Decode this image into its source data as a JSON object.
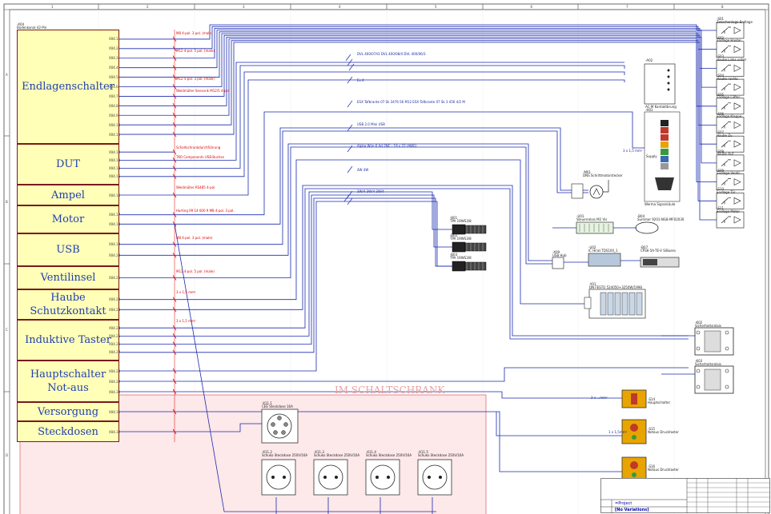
{
  "sheet": {
    "column_labels": [
      "1",
      "2",
      "3",
      "4",
      "5",
      "6",
      "7",
      "8"
    ],
    "row_labels": [
      "A",
      "B",
      "C",
      "D"
    ]
  },
  "connector": {
    "ref": "-X04",
    "part": "Bodenkanal 42-Pin"
  },
  "blocks": [
    {
      "label": "Endlagenschalter",
      "pins": [
        "X04.1",
        "X04.2",
        "X04.3",
        "X04.4",
        "X04.5",
        "X04.6",
        "X04.7",
        "X04.8",
        "X04.9",
        "X04.10",
        "X04.11"
      ]
    },
    {
      "label": "DUT",
      "pins": [
        "X04.12",
        "X04.13",
        "X04.14",
        "X04.15"
      ]
    },
    {
      "label": "Ampel",
      "pins": [
        "X04.16"
      ]
    },
    {
      "label": "Motor",
      "pins": [
        "X04.17",
        "X04.18"
      ]
    },
    {
      "label": "USB",
      "pins": [
        "X04.19",
        "X04.20"
      ]
    },
    {
      "label": "Ventilinsel",
      "pins": [
        "X04.21"
      ]
    },
    {
      "label": "Haube Schutzkontakt",
      "pins": [
        "X04.22",
        "X04.23"
      ]
    },
    {
      "label": "Induktive Taster",
      "pins": [
        "X04.24",
        "X04.25",
        "X04.26",
        "X04.27"
      ]
    },
    {
      "label": "Hauptschalter Not-aus",
      "pins": [
        "X04.28",
        "X04.29",
        "X04.30"
      ]
    },
    {
      "label": "Versorgung",
      "pins": [
        "X04.31"
      ]
    },
    {
      "label": "Steckdosen",
      "pins": [
        "X04.32"
      ]
    }
  ],
  "cable_labels": [
    "M8 4-pol. 3 pol. (male)",
    "M12 4-pol. 5 pol. (male)",
    "M12 5-pol. 3 pol. (male)",
    "Weidmüller Sensorik M12/5 4-pol",
    "Schaltschrankdurchführung",
    "TKO Components USB-Buchse",
    "Weidmüller RS485 4-pol",
    "Harting 09 14 000 9 M8 4-pol. 3 pol.",
    "M8 4-pol. 3 pol. (male)",
    "M12 4-pol. 5 pol. (male)",
    "3 x 1,5 mm²",
    "3 x 1,5 mm²"
  ],
  "bus_labels": [
    "DVL 400/07A3 DVL 400/08/4 DVL 400/06/3",
    "Ex 4",
    "ESX Tafbrante 07 Sk 3476 56 M12 ESX Tafbrante 07 Sk 3 456 4/2 M",
    "USB 2.0 Mini USB",
    "Alpha Wire 6 Ad 2NC - 19 x 22 (AWG)",
    "4W 4W",
    "3W/4 3W/4 3W/4",
    "3 x 1,5 mm²",
    "3 x ...mm²",
    "1 x 1,5mm²"
  ],
  "limit_switches": [
    {
      "ref": "-S01",
      "name": "Zwischenlage Endlage"
    },
    {
      "ref": "-S02",
      "name": "Endlage Haube"
    },
    {
      "ref": "-S03",
      "name": "Haube Links unten"
    },
    {
      "ref": "-S04",
      "name": "Haube rechts"
    },
    {
      "ref": "-S05",
      "name": "Endlage Lüfter"
    },
    {
      "ref": "-S06",
      "name": "Endlage Klappe"
    },
    {
      "ref": "-S07",
      "name": "Haube Zu"
    },
    {
      "ref": "-S08",
      "name": "Haube Auf"
    },
    {
      "ref": "-S09",
      "name": "Endlage Ventil"
    },
    {
      "ref": "-S10",
      "name": "Endlage Tür"
    },
    {
      "ref": "-S11",
      "name": "Endlage Motor"
    }
  ],
  "devices": {
    "dut": {
      "ref": "-A02",
      "name": "AC-M Kontaktbrung"
    },
    "lamp": {
      "ref": "-H01",
      "name": "Werma Signalsäule",
      "extra": "Supply"
    },
    "motor": {
      "ref": "-M01",
      "name": "DNS Schrittmotorstecker"
    },
    "buzzer": {
      "ref": "-B04",
      "name": "Summer 9201-NG8-MF02030"
    },
    "module": {
      "ref": "-U01",
      "name": "Steuerrelais M2 Vis"
    },
    "usb_hub": {
      "ref": "-X09",
      "name": "USB Hub"
    },
    "usb_adapter": {
      "ref": "-U02",
      "name": "IC Hirat TDS100_1"
    },
    "cam": {
      "ref": "-B07",
      "name": "CPS6-5A-TE-V S/Buero"
    },
    "valve": {
      "ref": "-Y01",
      "name": "DN FESTO 524050+3250W/1998"
    },
    "sensors": [
      {
        "ref": "-B01",
        "name": "TPA 19WS3/8"
      },
      {
        "ref": "-B02",
        "name": "TPA 19WS3/8"
      },
      {
        "ref": "-B03",
        "name": "TPA 19WS3/8"
      }
    ],
    "relay1": {
      "ref": "-K02",
      "name": "Sicherheitsrelais"
    },
    "relay2": {
      "ref": "-K03",
      "name": "Sicherheitsrelais"
    },
    "mainswitch": {
      "ref": "-S14",
      "name": "Hauptschalter"
    },
    "estop1": {
      "ref": "-S15",
      "name": "Notaus Drucktaster"
    },
    "estop2": {
      "ref": "-S16",
      "name": "Notaus Drucktaster"
    },
    "supply_socket": {
      "ref": "-X11.1",
      "name": "CEE Steckdose 16A"
    },
    "outlets": [
      {
        "ref": "-X11.2",
        "name": "Schuko Steckdose 250V/16A"
      },
      {
        "ref": "-X11.3",
        "name": "Schuko Steckdose 250V/16A"
      },
      {
        "ref": "-X11.4",
        "name": "Schuko Steckdose 250V/16A"
      },
      {
        "ref": "-X11.5",
        "name": "Schuko Steckdose 250V/16A"
      }
    ]
  },
  "cabinet_title": "IM SCHALTSCHRANK",
  "title_block": {
    "project_label": "=Project",
    "variation": "[No Variations]"
  },
  "colors": {
    "wire": "#1a2ab0",
    "block_fill": "#ffffb8",
    "cabinet_fill": "#fde8ea",
    "cabinet_border": "#e07070",
    "label_red": "#dd0000"
  }
}
